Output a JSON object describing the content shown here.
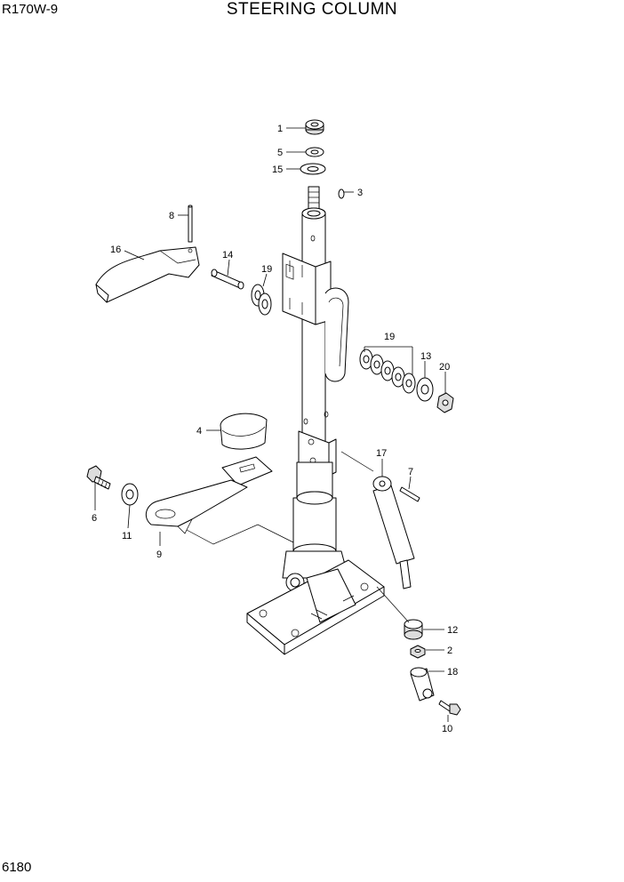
{
  "header": {
    "model": "R170W-9",
    "title": "STEERING COLUMN"
  },
  "footer": {
    "page_number": "6180"
  },
  "callouts": [
    "1",
    "5",
    "15",
    "3",
    "8",
    "16",
    "14",
    "19",
    "19",
    "13",
    "20",
    "4",
    "17",
    "7",
    "6",
    "11",
    "9",
    "12",
    "2",
    "18",
    "10"
  ]
}
